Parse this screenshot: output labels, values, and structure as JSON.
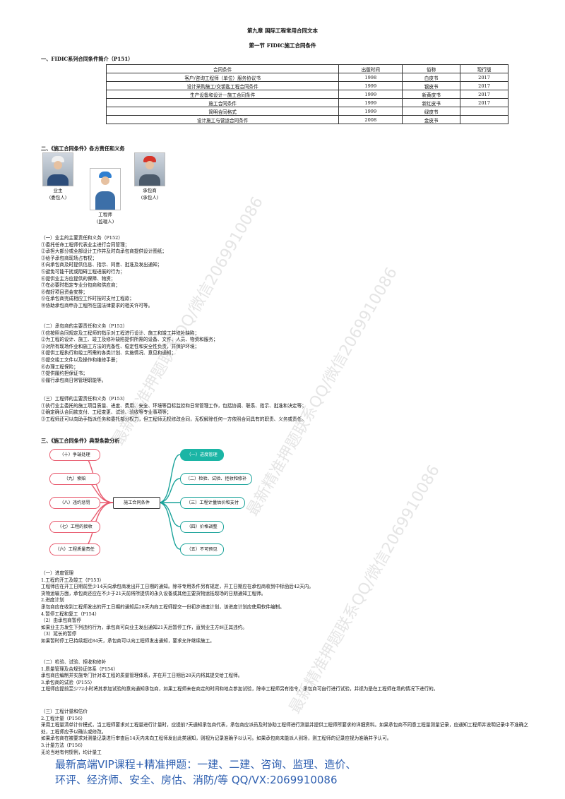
{
  "header": {
    "chapter_title": "第九章 国际工程常用合同文本",
    "section_title": "第一节 FIDIC施工合同条件"
  },
  "section1": {
    "heading": "一、FIDIC系列合同条件简介（P151）",
    "columns": [
      "合同条件",
      "出版时间",
      "俗称",
      "现行版"
    ],
    "rows": [
      [
        "客户/咨询工程师（单位）服务协议书",
        "1998",
        "白皮书",
        "2017"
      ],
      [
        "设计采购施工/交钥匙工程合同条件",
        "1999",
        "银皮书",
        "2017"
      ],
      [
        "生产设备和设计－施工合同条件",
        "1999",
        "新黄皮书",
        "2017"
      ],
      [
        "施工合同条件",
        "1999",
        "新红皮书",
        "2017"
      ],
      [
        "简明合同格式",
        "1999",
        "绿皮书",
        ""
      ],
      [
        "设计施工与营运合同条件",
        "2008",
        "金皮书",
        ""
      ]
    ]
  },
  "section2": {
    "heading": "二、《施工合同条件》各方责任和义务",
    "persons": [
      {
        "label1": "业主",
        "label2": "(委包人)"
      },
      {
        "label1": "工程师",
        "label2": "(监理人)"
      },
      {
        "label1": "承包商",
        "label2": "(承包人)"
      }
    ],
    "owner": {
      "title": "（一）业主的主要责任和义务（P152）",
      "items": [
        "①委托任命工程师代表业主进行合同管理；",
        "②承担大部分或全部设计工作并及时向承包商提供设计图纸；",
        "③给予承包商现场占有权；",
        "④向承包商及时提供信息、指示、同意、批准及发出通知；",
        "⑤避免可能干扰或阻碍工程进展的行为；",
        "⑥提供业主方应提供的保障、物资；",
        "⑦在必要时指定专业分包商和供应商；",
        "⑧做好项目资金安排；",
        "⑨在承包商完成相应工作时按时支付工程款；",
        "⑩协助承包商申办工程所在国法律要求的相关许可等。"
      ]
    },
    "contractor": {
      "title": "（二）承包商的主要责任和义务（P152）",
      "items": [
        "①应按照合同规定及工程师的指示对工程进行设计、施工和竣工并修补缺陷；",
        "②为工程的设计、施工、竣工及修补缺陷提供所需的设备、文件、人员、物资和服务；",
        "③对所有现场作业和施工方法的完备性、稳定性和安全性负责，并保护环境；",
        "④提供工程执行和竣工所需的各类计划、实施情况、意见和通知；",
        "⑤提交竣工文件以及操作和维修手册；",
        "⑥办理工程保险；",
        "⑦提供履约担保证书；",
        "⑧履行承包商日常管理职能等。"
      ]
    },
    "engineer": {
      "title": "（三）工程师的主要责任和义务（P153）",
      "items": [
        "①执行业主委托的施工项目质量、进度、费用、安全、环境等目标监控和日常管理工作，包括协调、联系、指示、批准和决定等；",
        "②确定确认合同款支付、工程变更、试验、验收等专业事项等；",
        "③工程师还可以向助手指派任务和委托部分权力，但工程师无权修改合同，无权解除任何一方依照合同具有的职责、义务或责任。"
      ]
    }
  },
  "section3": {
    "heading": "三、《施工合同条件》典型条款分析",
    "center": "施工合同条件",
    "left_nodes": [
      "（十）争端处理",
      "（九）索赔",
      "（八）违约惩罚",
      "（七）工程的接收",
      "（六）工程质量责任"
    ],
    "right_nodes": [
      "（一）进度管理",
      "（二）检验、试验、拒收和修补",
      "（三）工程计量估价和支付",
      "（四）价格调整",
      "（五）不可预见"
    ],
    "progress": {
      "title": "（一）进度管理",
      "lines": [
        "1.工程的开工及竣工（P153）",
        "工程师应在开工日期前至少14天向承包商发出开工日期的通知。除非专用条件另有规定，开工日期应在承包商收到中标函后42天内。",
        "货物运输方面，承包商还应在不少于21天前将所提供的永久设备或其他主要货物运抵现场的日期通知工程师。",
        "2.进度计划",
        "承包商应在收到工程师发出的开工日期的通知后28天内向工程师提交一份初步进度计划，该进度计划应使用软件编制。",
        "4.暂停工程和复工（P154）",
        "（2）由承包商暂停",
        "如果业主方发生下列违约行为，承包商可向业主发出通知21天后暂停工作，直到业主方纠正其违约。",
        "（3）延长的暂停",
        "如果暂时停工已持续超过84天，承包商可以向工程师发出通知，要求允许继续施工。"
      ]
    },
    "inspection": {
      "title": "（二）检验、试验、拒收和修补",
      "lines": [
        "1.质量管理及合规验证体系（P154）",
        "承包商应编制并实施专门针对本工程的质量管理体系，并在开工日期后28天内将其提交给工程师。",
        "3.承包商的试验（P155）",
        "工程师应提前至少72小时将其参加试验的意向通知承包商，如果工程师未在商定的时间和地点参加试验，除非工程师另有指令，承包商可自行进行试验，并视为是在工程师在场的情况下进行的。"
      ]
    },
    "measurement": {
      "title": "（三）工程计量和估价",
      "lines": [
        "2.工程计量（P156）",
        "采用工程量清单计价模式，当工程师要求对工程量进行计量时，应提前7天通知承包商代表，承包商应派员及时协助工程师进行测量并提供工程师所要求的详细资料。如果承包商不同意工程量测量记录，应通知工程师并说明记录中不准确之处，工程师应予以确认或修改。",
        "如果承包商在被要求对测量记录进行审查后14天内未向工程师发出此类通知，则视为记录准确予以认可。如果承包商未能派人到场，则工程师的记录应视为准确并予认可。",
        "3.计量方法（P156）",
        "无论当地有何惯例，均计量工"
      ]
    }
  },
  "watermarks": [
    "最新精准押题联系QQ/微信2069910086",
    "最新精准押题联系QQ/微信2069910086",
    "最新精准押题联系QQ/微信2069910086"
  ],
  "footer": {
    "line1": "最新高端VIP课程+精准押题：一建、二建、咨询、监理、造价、",
    "line2": "环评、经济师、安全、房估、消防/等  QQ/VX:2069910086"
  }
}
